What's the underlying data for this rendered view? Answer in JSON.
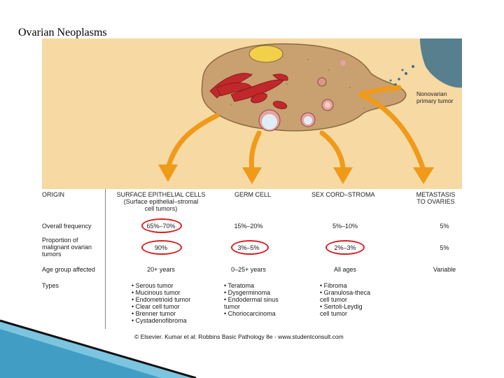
{
  "page_title": "Ovarian Neoplasms",
  "figure": {
    "annotation": [
      "Nonovarian",
      "primary tumor"
    ],
    "colors": {
      "ovary": "#c9a070",
      "arrow": "#f09a1a",
      "highlight": "#d42020",
      "tumor": "#3b6f8a",
      "background": "#f6d9a3"
    }
  },
  "table": {
    "origin_label": "ORIGIN",
    "headers": [
      {
        "lines": [
          "SURFACE EPITHELIAL CELLS",
          "(Surface epithelial–stromal",
          "cell tumors)"
        ]
      },
      {
        "lines": [
          "GERM CELL"
        ]
      },
      {
        "lines": [
          "SEX CORD–STROMA"
        ]
      },
      {
        "lines": [
          "METASTASIS",
          "TO OVARIES"
        ]
      }
    ],
    "rows": [
      {
        "label": [
          "Overall frequency"
        ],
        "values": [
          "65%–70%",
          "15%–20%",
          "5%–10%",
          "5%"
        ]
      },
      {
        "label": [
          "Proportion of",
          "malignant ovarian",
          "tumors"
        ],
        "values": [
          "90%",
          "3%–5%",
          "2%–3%",
          "5%"
        ]
      },
      {
        "label": [
          "Age group affected"
        ],
        "values": [
          "20+ years",
          "0–25+ years",
          "All ages",
          "Variable"
        ]
      }
    ],
    "types_label": "Types",
    "types": [
      [
        "• Serous tumor",
        "• Mucinous tumor",
        "• Endometrioid tumor",
        "• Clear cell tumor",
        "• Brenner tumor",
        "• Cystadenofibroma"
      ],
      [
        "• Teratoma",
        "• Dysgerminoma",
        "• Endodermal sinus",
        "   tumor",
        "• Choriocarcinoma"
      ],
      [
        "• Fibroma",
        "• Granulosa-theca",
        "   cell tumor",
        "• Sertoli-Leydig",
        "   cell tumor"
      ]
    ]
  },
  "credit": "© Elsevier. Kumar et al: Robbins Basic Pathology 8e - www.studentconsult.com"
}
